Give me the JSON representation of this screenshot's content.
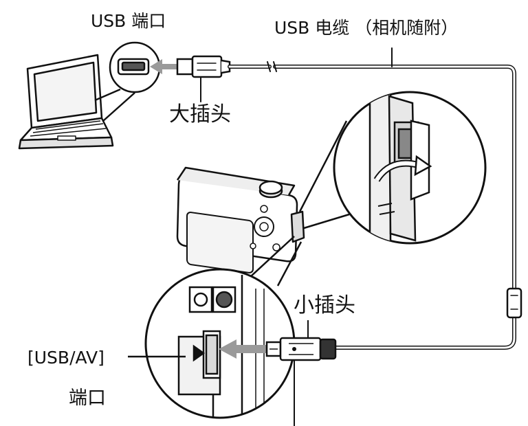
{
  "labels": {
    "usb_port": "USB 端口",
    "usb_cable": "USB 电缆 （相机随附）",
    "large_plug": "大插头",
    "small_plug": "小插头",
    "usb_av_port_line1": "[USB/AV]",
    "usb_av_port_line2": "端口"
  },
  "colors": {
    "ink": "#111111",
    "cable": "#777777",
    "arrow": "#9a9a9a",
    "fill_light": "#f2f2f2",
    "fill_mid": "#d9d9d9",
    "fill_dark": "#555555"
  },
  "icons": [
    "laptop-icon",
    "camera-icon",
    "usb-cable-icon",
    "zoom-callout-icon",
    "direction-arrow-icon"
  ]
}
